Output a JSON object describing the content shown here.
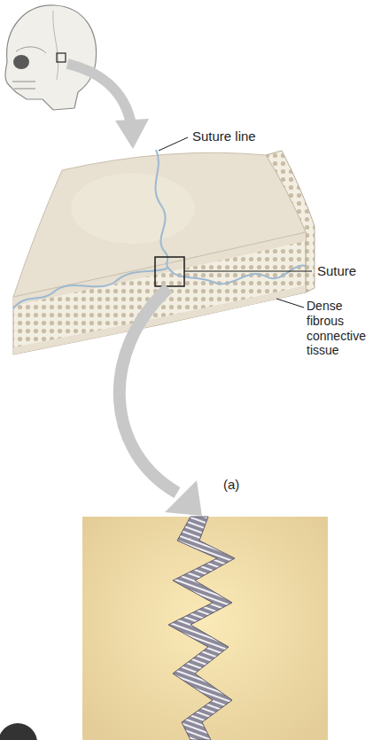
{
  "diagram": {
    "labels": [
      "Suture line",
      "Suture",
      "Dense fibrous connective tissue",
      "(a)"
    ]
  }
}
